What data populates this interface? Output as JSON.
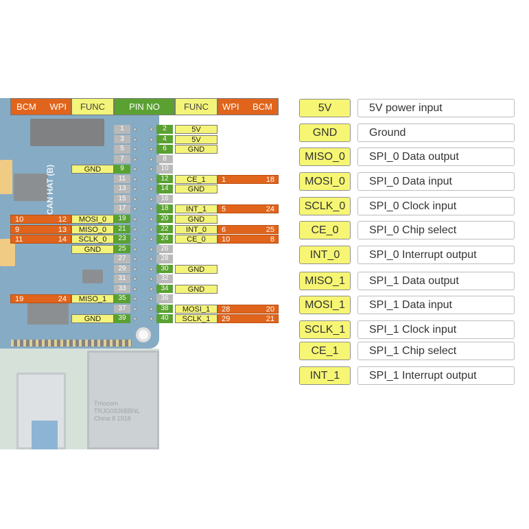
{
  "header": {
    "bcm_left": "BCM",
    "wpi_left": "WPI",
    "func_left": "FUNC",
    "pin_no": "PIN NO",
    "func_right": "FUNC",
    "wpi_right": "WPI",
    "bcm_right": "BCM"
  },
  "board_text": {
    "silk": "CAN HAT (B)",
    "rj_text": "Tmocom\nTRJG0926BBNL\nChina 8 1918"
  },
  "colors": {
    "orange": "#e0641b",
    "yellow": "#f4f47a",
    "green": "#5aa132",
    "gray": "#b9b9b9"
  },
  "pins": [
    {
      "n": "1",
      "c": "gray"
    },
    {
      "n": "2",
      "c": "green"
    },
    {
      "n": "3",
      "c": "gray"
    },
    {
      "n": "4",
      "c": "green"
    },
    {
      "n": "5",
      "c": "gray"
    },
    {
      "n": "6",
      "c": "green"
    },
    {
      "n": "7",
      "c": "gray"
    },
    {
      "n": "8",
      "c": "gray"
    },
    {
      "n": "9",
      "c": "green"
    },
    {
      "n": "10",
      "c": "gray"
    },
    {
      "n": "11",
      "c": "gray"
    },
    {
      "n": "12",
      "c": "green"
    },
    {
      "n": "13",
      "c": "gray"
    },
    {
      "n": "14",
      "c": "green"
    },
    {
      "n": "15",
      "c": "gray"
    },
    {
      "n": "16",
      "c": "gray"
    },
    {
      "n": "17",
      "c": "gray"
    },
    {
      "n": "18",
      "c": "green"
    },
    {
      "n": "19",
      "c": "green"
    },
    {
      "n": "20",
      "c": "green"
    },
    {
      "n": "21",
      "c": "green"
    },
    {
      "n": "22",
      "c": "green"
    },
    {
      "n": "23",
      "c": "green"
    },
    {
      "n": "24",
      "c": "green"
    },
    {
      "n": "25",
      "c": "green"
    },
    {
      "n": "26",
      "c": "gray"
    },
    {
      "n": "27",
      "c": "gray"
    },
    {
      "n": "28",
      "c": "gray"
    },
    {
      "n": "29",
      "c": "gray"
    },
    {
      "n": "30",
      "c": "green"
    },
    {
      "n": "31",
      "c": "gray"
    },
    {
      "n": "32",
      "c": "gray"
    },
    {
      "n": "33",
      "c": "gray"
    },
    {
      "n": "34",
      "c": "green"
    },
    {
      "n": "35",
      "c": "green"
    },
    {
      "n": "36",
      "c": "gray"
    },
    {
      "n": "37",
      "c": "gray"
    },
    {
      "n": "38",
      "c": "green"
    },
    {
      "n": "39",
      "c": "green"
    },
    {
      "n": "40",
      "c": "green"
    }
  ],
  "right_labels": [
    {
      "pin": "2",
      "func": "5V"
    },
    {
      "pin": "4",
      "func": "5V"
    },
    {
      "pin": "6",
      "func": "GND"
    },
    {
      "pin": "12",
      "func": "CE_1",
      "wpi": "1",
      "bcm": "18"
    },
    {
      "pin": "14",
      "func": "GND"
    },
    {
      "pin": "18",
      "func": "INT_1",
      "wpi": "5",
      "bcm": "24"
    },
    {
      "pin": "20",
      "func": "GND"
    },
    {
      "pin": "22",
      "func": "INT_0",
      "wpi": "6",
      "bcm": "25"
    },
    {
      "pin": "24",
      "func": "CE_0",
      "wpi": "10",
      "bcm": "8"
    },
    {
      "pin": "30",
      "func": "GND"
    },
    {
      "pin": "34",
      "func": "GND"
    },
    {
      "pin": "38",
      "func": "MOSI_1",
      "wpi": "28",
      "bcm": "20"
    },
    {
      "pin": "40",
      "func": "SCLK_1",
      "wpi": "29",
      "bcm": "21"
    }
  ],
  "left_labels": [
    {
      "pin": "9",
      "func": "GND"
    },
    {
      "pin": "19",
      "func": "MOSI_0",
      "wpi": "12",
      "bcm": "10"
    },
    {
      "pin": "21",
      "func": "MISO_0",
      "wpi": "13",
      "bcm": "9"
    },
    {
      "pin": "23",
      "func": "SCLK_0",
      "wpi": "14",
      "bcm": "11"
    },
    {
      "pin": "25",
      "func": "GND"
    },
    {
      "pin": "35",
      "func": "MISO_1",
      "wpi": "24",
      "bcm": "19"
    },
    {
      "pin": "39",
      "func": "GND"
    }
  ],
  "legend": [
    {
      "key": "5V",
      "desc": "5V power input"
    },
    {
      "key": "GND",
      "desc": "Ground"
    },
    {
      "key": "MISO_0",
      "desc": "SPI_0 Data output"
    },
    {
      "key": "MOSI_0",
      "desc": "SPI_0 Data input"
    },
    {
      "key": "SCLK_0",
      "desc": "SPI_0 Clock input"
    },
    {
      "key": "CE_0",
      "desc": "SPI_0 Chip select"
    },
    {
      "key": "INT_0",
      "desc": "SPI_0 Interrupt output"
    },
    {
      "key": "MISO_1",
      "desc": "SPI_1 Data output"
    },
    {
      "key": "MOSI_1",
      "desc": "SPI_1 Data input"
    },
    {
      "key": "SCLK_1",
      "desc": "SPI_1 Clock input"
    },
    {
      "key": "CE_1",
      "desc": "SPI_1 Chip select"
    },
    {
      "key": "INT_1",
      "desc": "SPI_1 Interrupt output"
    }
  ]
}
